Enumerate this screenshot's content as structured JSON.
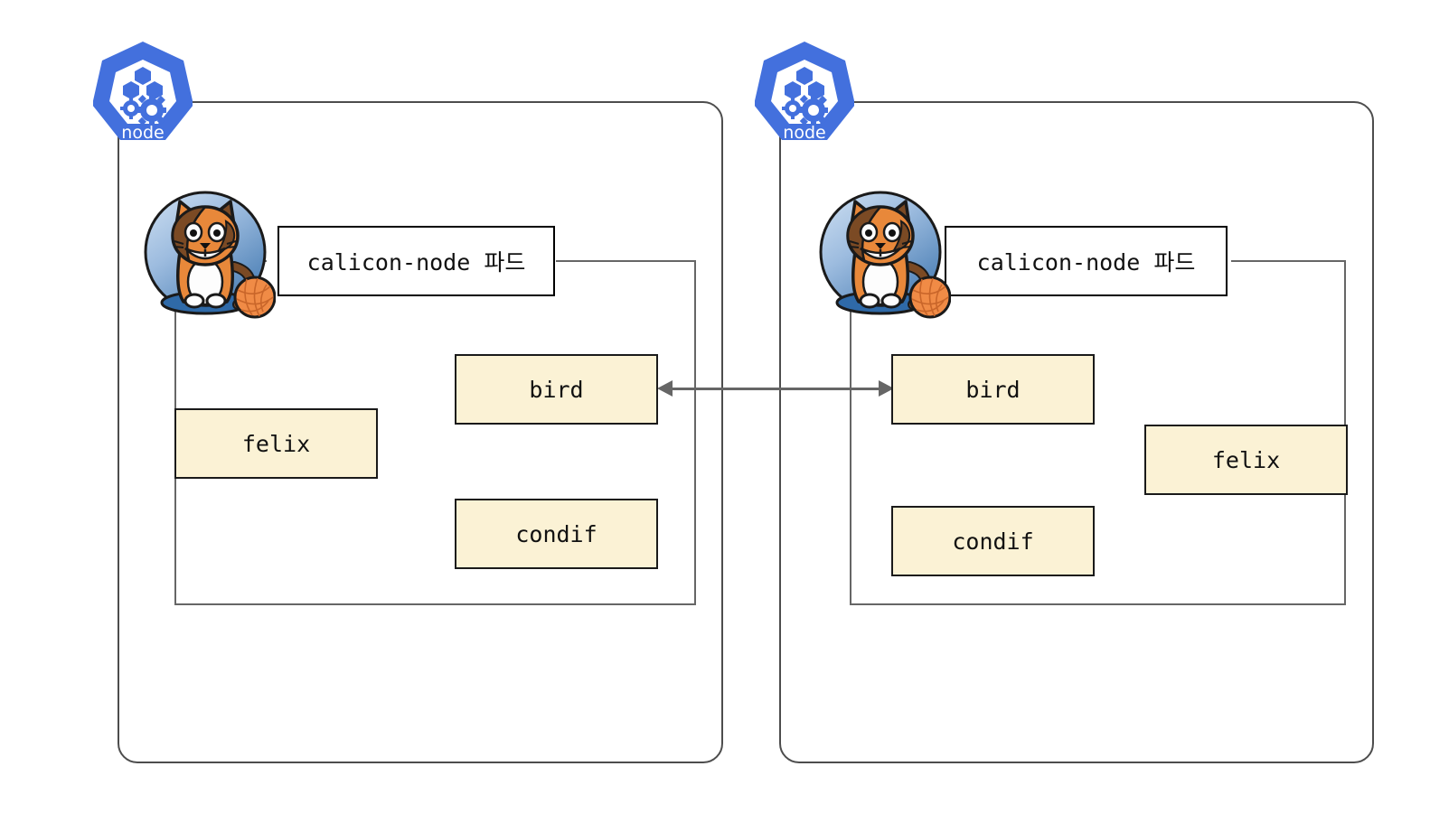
{
  "diagram": {
    "title": "Calico node-to-node BGP peering diagram",
    "colors": {
      "component_fill": "#fbf2d5",
      "component_stroke": "#1a1a1a",
      "container_stroke": "#666666",
      "node_stroke": "#4d4d4d",
      "arrow": "#666666",
      "k8s_blue": "#4370dd",
      "background": "#ffffff"
    },
    "nodes": [
      {
        "id": "node-left",
        "icon_label": "node",
        "pod_label": "calicon-node 파드",
        "components": [
          {
            "id": "felix-left",
            "label": "felix"
          },
          {
            "id": "bird-left",
            "label": "bird"
          },
          {
            "id": "condif-left",
            "label": "condif"
          }
        ]
      },
      {
        "id": "node-right",
        "icon_label": "node",
        "pod_label": "calicon-node 파드",
        "components": [
          {
            "id": "bird-right",
            "label": "bird"
          },
          {
            "id": "felix-right",
            "label": "felix"
          },
          {
            "id": "condif-right",
            "label": "condif"
          }
        ]
      }
    ],
    "connection": {
      "from": "bird-left",
      "to": "bird-right",
      "direction": "bidirectional",
      "label": ""
    }
  }
}
